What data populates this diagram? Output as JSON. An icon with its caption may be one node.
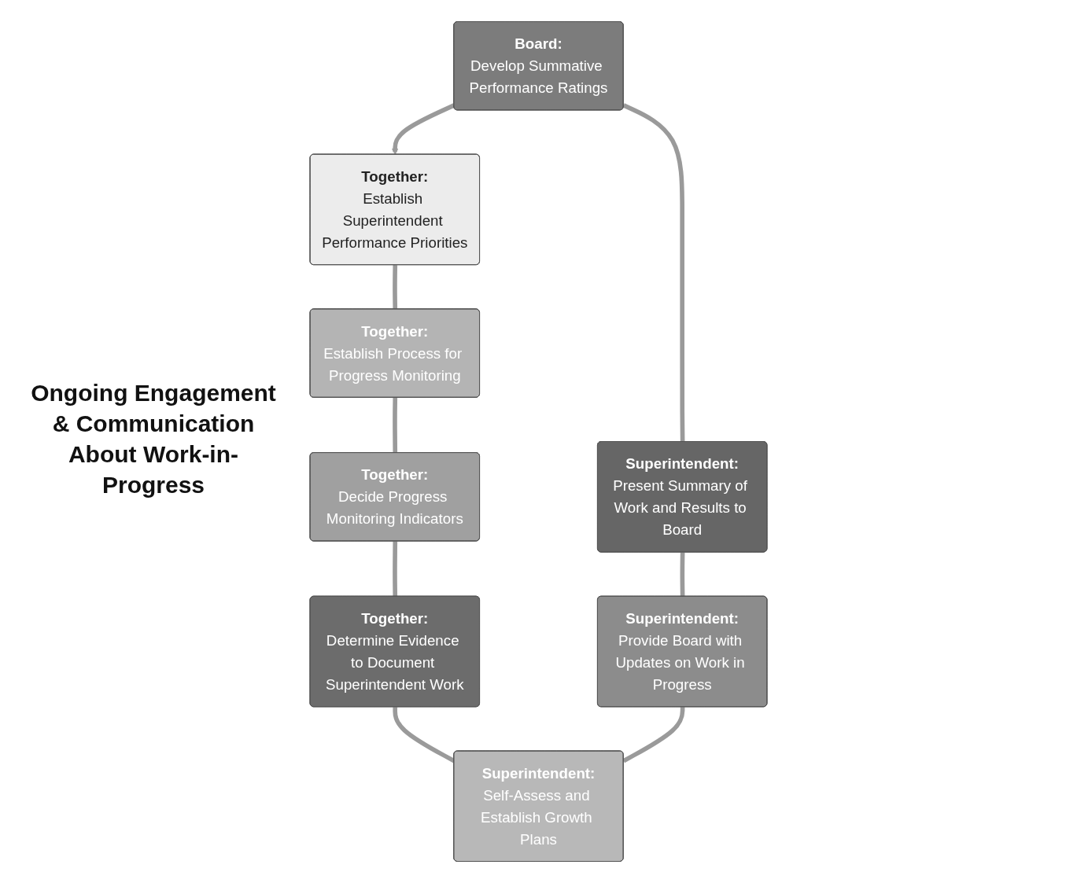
{
  "diagram": {
    "nodes": [
      {
        "text": [
          "Together:",
          "Establish Superintendent Performance Priorities"
        ]
      },
      {
        "text": [
          "Together:",
          "Establish Process for Progress Monitoring"
        ]
      },
      {
        "text": [
          "Together:",
          "Decide Progress Monitoring Indicators"
        ]
      },
      {
        "text": [
          "Together:",
          "Determine Evidence to Document Superintendent Work"
        ]
      },
      {
        "text": [
          "Superintendent:",
          "Self-Assess and Establish Growth Plans"
        ]
      },
      {
        "text": [
          "Superintendent:",
          "Provide Board with Updates on Work in Progress"
        ]
      },
      {
        "text": [
          "Superintendent:",
          "Present Summary of Work and Results to Board"
        ]
      },
      {
        "text": [
          "Board:",
          "Develop Summative Performance Ratings"
        ]
      }
    ],
    "edges": [
      {
        "from": 0,
        "to": 1,
        "arrow": "none"
      },
      {
        "from": 1,
        "to": 2,
        "arrow": "none"
      },
      {
        "from": 2,
        "to": 3,
        "arrow": "none"
      },
      {
        "from": 3,
        "to": 4,
        "arrow": "none"
      },
      {
        "from": 4,
        "to": 5,
        "arrow": "none"
      },
      {
        "from": 5,
        "to": 6,
        "arrow": "none"
      },
      {
        "from": 6,
        "to": 7,
        "arrow": "none"
      },
      {
        "from": 7,
        "to": 0,
        "arrow": "to"
      }
    ],
    "labels": [
      "Ongoing Engagement & Communication About Work-in-Progress"
    ]
  }
}
